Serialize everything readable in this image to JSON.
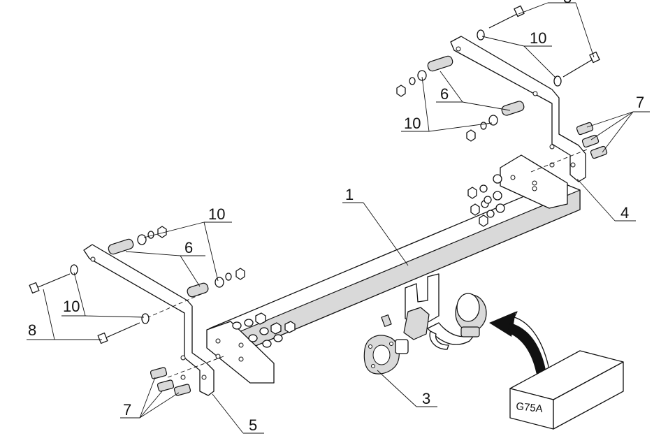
{
  "callouts": {
    "frame": "1",
    "socket_plate": "3",
    "right_bracket": "4",
    "left_bracket": "5",
    "spacer_right": "6",
    "spacer_left": "6",
    "bolts_right": "7",
    "bolts_left": "7",
    "long_bolt_right": "8",
    "long_bolt_left": "8",
    "washer_right_top": "10",
    "washer_right_mid": "10",
    "washer_left_top": "10",
    "washer_left_mid": "10"
  },
  "box": {
    "code": "G75A"
  }
}
